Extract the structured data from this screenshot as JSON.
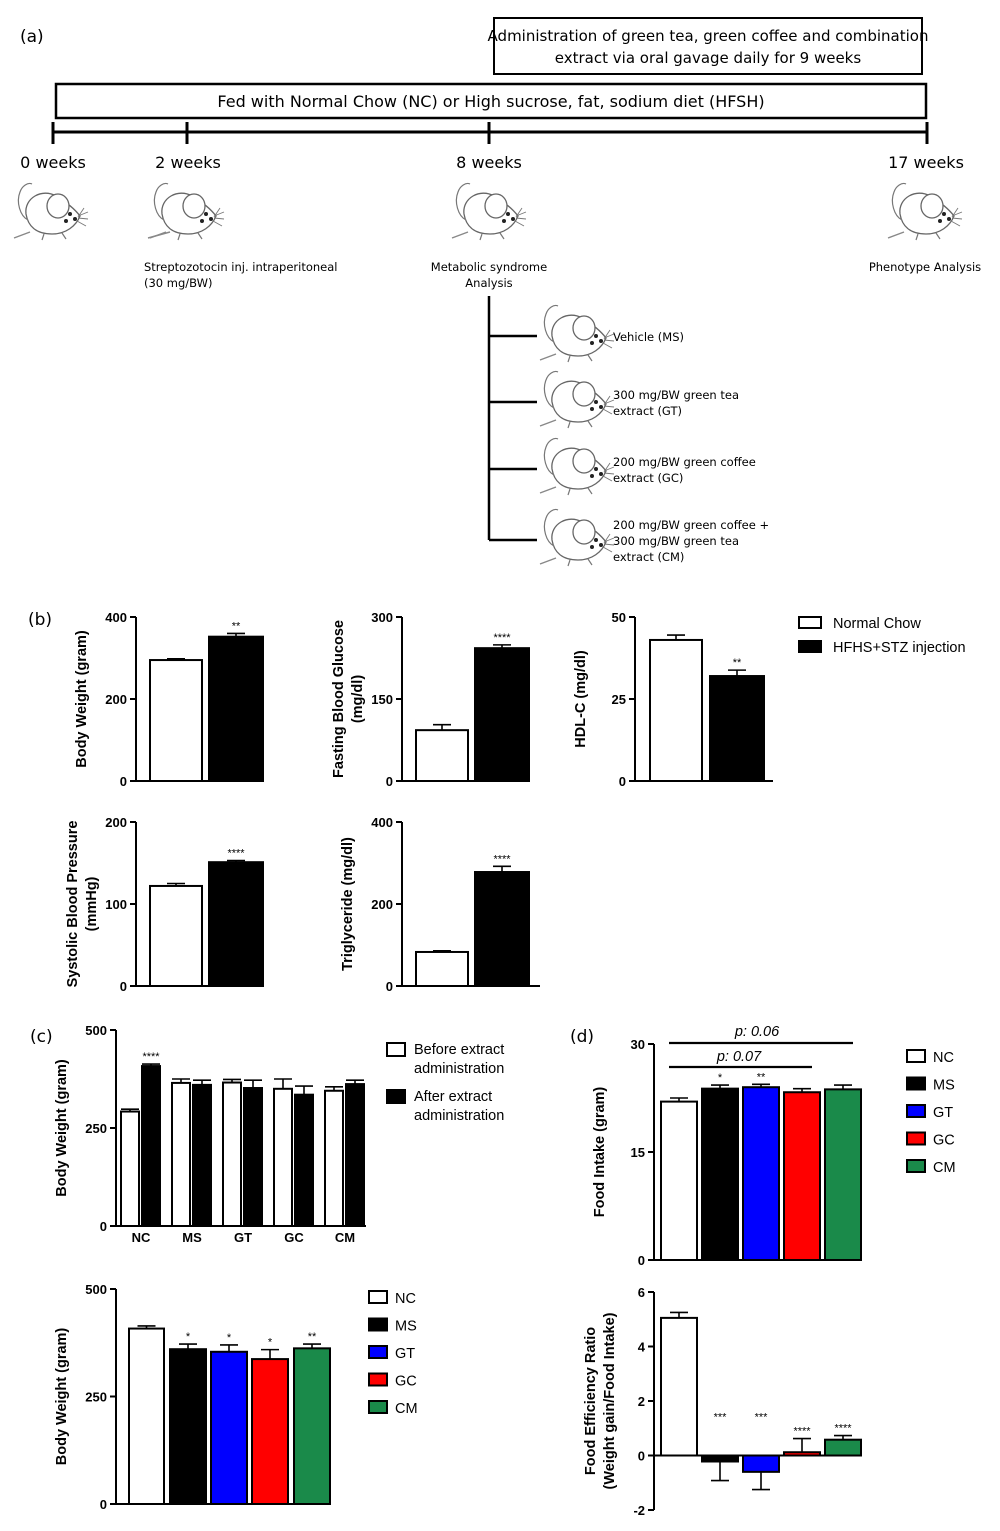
{
  "panel_labels": {
    "a": "(a)",
    "b": "(b)",
    "c": "(c)",
    "d": "(d)"
  },
  "timeline": {
    "admin_box_line1": "Administration of green tea, green coffee and combination",
    "admin_box_line2": "extract via oral gavage daily for 9 weeks",
    "fed_box": "Fed with Normal Chow (NC) or High sucrose, fat, sodium diet (HFSH)",
    "weeks": [
      "0 weeks",
      "2 weeks",
      "8 weeks",
      "17 weeks"
    ],
    "stz_line1": "Streptozotocin inj. intraperitoneal",
    "stz_line2": "(30 mg/BW)",
    "ms_line1": "Metabolic syndrome",
    "ms_line2": "Analysis",
    "phenotype": "Phenotype  Analysis",
    "branches": [
      {
        "lines": [
          "Vehicle (MS)"
        ]
      },
      {
        "lines": [
          "300 mg/BW green tea",
          "extract (GT)"
        ]
      },
      {
        "lines": [
          "200 mg/BW green coffee",
          "extract (GC)"
        ]
      },
      {
        "lines": [
          "200 mg/BW green coffee +",
          "300 mg/BW green tea",
          "extract (CM)"
        ]
      }
    ]
  },
  "legends": {
    "b": [
      "Normal Chow",
      "HFHS+STZ injection"
    ],
    "c_top": [
      [
        "Before extract",
        "administration"
      ],
      [
        "After extract",
        "administration"
      ]
    ],
    "groups": [
      "NC",
      "MS",
      "GT",
      "GC",
      "CM"
    ]
  },
  "colors": {
    "NC": "#ffffff",
    "MS": "#000000",
    "GT": "#0000ff",
    "GC": "#ff0000",
    "CM": "#1a8a4a"
  },
  "chart_data": [
    {
      "id": "b1",
      "type": "bar",
      "ylabel": [
        "Body Weight (gram)"
      ],
      "ylim": [
        0,
        400
      ],
      "yticks": [
        0,
        200,
        400
      ],
      "categories": [
        "Normal Chow",
        "HFHS+STZ injection"
      ],
      "values": [
        295,
        352
      ],
      "errors": [
        3,
        8
      ],
      "sig": [
        "",
        "**"
      ]
    },
    {
      "id": "b2",
      "type": "bar",
      "ylabel": [
        "Fasting Blood Glucose",
        "(mg/dl)"
      ],
      "ylim": [
        0,
        300
      ],
      "yticks": [
        0,
        150,
        300
      ],
      "categories": [
        "Normal Chow",
        "HFHS+STZ injection"
      ],
      "values": [
        93,
        243
      ],
      "errors": [
        10,
        6
      ],
      "sig": [
        "",
        "****"
      ]
    },
    {
      "id": "b3",
      "type": "bar",
      "ylabel": [
        "HDL-C (mg/dl)"
      ],
      "ylim": [
        0,
        50
      ],
      "yticks": [
        0,
        25,
        50
      ],
      "categories": [
        "Normal Chow",
        "HFHS+STZ injection"
      ],
      "values": [
        43,
        32
      ],
      "errors": [
        1.5,
        1.8
      ],
      "sig": [
        "",
        "**"
      ]
    },
    {
      "id": "b4",
      "type": "bar",
      "ylabel": [
        "Systolic Blood Pressure",
        "(mmHg)"
      ],
      "ylim": [
        0,
        200
      ],
      "yticks": [
        0,
        100,
        200
      ],
      "categories": [
        "Normal Chow",
        "HFHS+STZ injection"
      ],
      "values": [
        122,
        151
      ],
      "errors": [
        3,
        2
      ],
      "sig": [
        "",
        "****"
      ]
    },
    {
      "id": "b5",
      "type": "bar",
      "ylabel": [
        "Triglyceride (mg/dl)"
      ],
      "ylim": [
        0,
        400
      ],
      "yticks": [
        0,
        200,
        400
      ],
      "categories": [
        "Normal Chow",
        "HFHS+STZ injection"
      ],
      "values": [
        83,
        278
      ],
      "errors": [
        3,
        14
      ],
      "sig": [
        "",
        "****"
      ]
    },
    {
      "id": "c1",
      "type": "bar",
      "ylabel": [
        "Body Weight (gram)"
      ],
      "ylim": [
        0,
        500
      ],
      "yticks": [
        0,
        250,
        500
      ],
      "categories": [
        "NC",
        "MS",
        "GT",
        "GC",
        "CM"
      ],
      "series": [
        {
          "name": "Before extract administration",
          "values": [
            292,
            365,
            366,
            350,
            345
          ],
          "errors": [
            6,
            10,
            8,
            25,
            10
          ]
        },
        {
          "name": "After extract administration",
          "values": [
            408,
            360,
            352,
            335,
            362
          ],
          "errors": [
            5,
            12,
            20,
            22,
            10
          ]
        }
      ],
      "sig": [
        "****",
        "",
        "",
        "",
        ""
      ]
    },
    {
      "id": "c2",
      "type": "bar",
      "ylabel": [
        "Body Weight (gram)"
      ],
      "ylim": [
        0,
        500
      ],
      "yticks": [
        0,
        250,
        500
      ],
      "categories": [
        "NC",
        "MS",
        "GT",
        "GC",
        "CM"
      ],
      "values": [
        408,
        360,
        354,
        337,
        362
      ],
      "errors": [
        6,
        12,
        16,
        22,
        10
      ],
      "sig": [
        "",
        "*",
        "*",
        "*",
        "**"
      ]
    },
    {
      "id": "d1",
      "type": "bar",
      "ylabel": [
        "Food Intake (gram)"
      ],
      "ylim": [
        0,
        30
      ],
      "yticks": [
        0,
        15,
        30
      ],
      "categories": [
        "NC",
        "MS",
        "GT",
        "GC",
        "CM"
      ],
      "values": [
        22.0,
        23.8,
        24.0,
        23.3,
        23.7
      ],
      "errors": [
        0.5,
        0.5,
        0.4,
        0.5,
        0.6
      ],
      "sig": [
        "",
        "*",
        "**",
        "",
        ""
      ],
      "annotations": [
        {
          "text": "p: 0.06",
          "from": "NC",
          "to": "CM"
        },
        {
          "text": "p: 0.07",
          "from": "NC",
          "to": "GC"
        }
      ]
    },
    {
      "id": "d2",
      "type": "bar",
      "ylabel": [
        "Food Efficiency Ratio",
        "(Weight gain/Food Intake)"
      ],
      "ylim": [
        -2,
        6
      ],
      "yticks": [
        -2,
        0,
        2,
        4,
        6
      ],
      "categories": [
        "NC",
        "MS",
        "GT",
        "GC",
        "CM"
      ],
      "values": [
        5.05,
        -0.22,
        -0.6,
        0.12,
        0.58
      ],
      "errors": [
        0.2,
        0.7,
        0.65,
        0.5,
        0.15
      ],
      "sig": [
        "",
        "***",
        "***",
        "****",
        "****"
      ]
    }
  ]
}
